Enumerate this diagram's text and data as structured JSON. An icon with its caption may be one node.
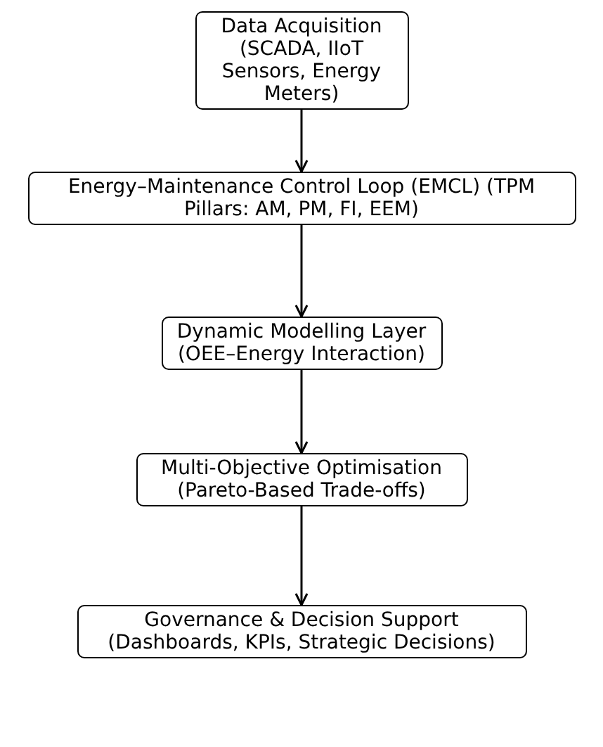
{
  "diagram": {
    "nodes": [
      {
        "text": [
          "Data Acquisition (SCADA, IIoT Sensors, Energy Meters)"
        ]
      },
      {
        "text": [
          "Energy–Maintenance Control Loop (EMCL) (TPM Pillars: AM, PM, FI, EEM)"
        ]
      },
      {
        "text": [
          "Dynamic Modelling Layer (OEE–Energy Interaction)"
        ]
      },
      {
        "text": [
          "Multi-Objective Optimisation (Pareto-Based Trade-offs)"
        ]
      },
      {
        "text": [
          "Governance & Decision Support (Dashboards, KPIs, Strategic Decisions)"
        ]
      }
    ],
    "edges": [
      {
        "from": 0,
        "to": 1,
        "arrow": "to"
      },
      {
        "from": 1,
        "to": 2,
        "arrow": "to"
      },
      {
        "from": 2,
        "to": 3,
        "arrow": "to"
      },
      {
        "from": 3,
        "to": 4,
        "arrow": "to"
      }
    ]
  }
}
